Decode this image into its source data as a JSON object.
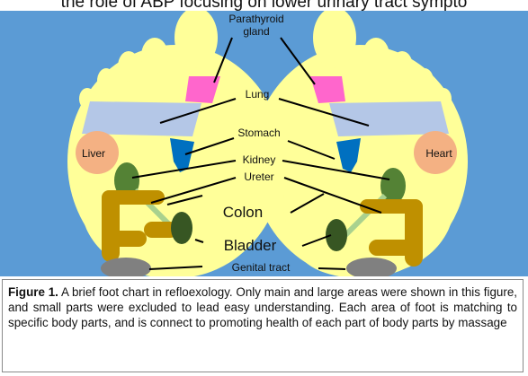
{
  "header_fragment": "the role of ABP focusing on lower urinary tract sympto",
  "labels": {
    "parathyroid_line1": "Parathyroid",
    "parathyroid_line2": "gland",
    "lung": "Lung",
    "stomach": "Stomach",
    "kidney": "Kidney",
    "ureter": "Ureter",
    "colon": "Colon",
    "bladder": "Bladder",
    "genital": "Genital tract",
    "liver": "Liver",
    "heart": "Heart"
  },
  "caption": {
    "lead": "Figure 1.",
    "body": " A brief foot chart in refloexology. Only main and large areas were shown in this figure, and small parts were excluded to lead easy understanding. Each area of foot is matching to specific body parts, and is connect to promoting health of each part of body parts by massage"
  },
  "colors": {
    "background": "#5b9bd5",
    "foot": "#ffff99",
    "parathyroid": "#ff66cc",
    "lung": "#b4c7e7",
    "stomach": "#0070c0",
    "organ_circle": "#f4b183",
    "kidney": "#548235",
    "ureter": "#a9d18e",
    "colon": "#bf9000",
    "bladder": "#375623",
    "genital": "#808080"
  }
}
